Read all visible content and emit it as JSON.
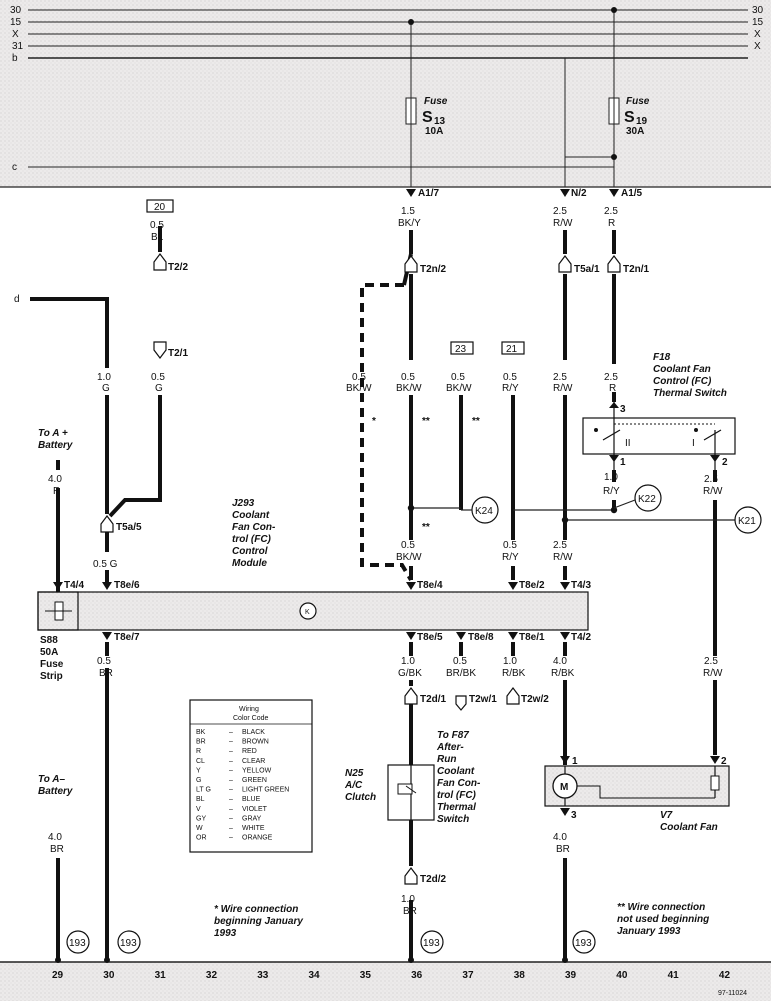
{
  "bus_labels": [
    "30",
    "15",
    "X",
    "X",
    "31",
    "b",
    "c"
  ],
  "fuses": [
    {
      "title": "Fuse",
      "id": "S",
      "sub": "13",
      "rating": "10A"
    },
    {
      "title": "Fuse",
      "id": "S",
      "sub": "19",
      "rating": "30A"
    }
  ],
  "pins": {
    "a17": "A1/7",
    "n2": "N/2",
    "a15": "A1/5",
    "t2n2": "T2n/2",
    "t5a1": "T5a/1",
    "t2n1": "T2n/1",
    "t22": "T2/2",
    "t21": "T2/1",
    "t5a5": "T5a/5",
    "t44": "T4/4",
    "t8e6": "T8e/6",
    "t8e7": "T8e/7",
    "t8e4": "T8e/4",
    "t8e2": "T8e/2",
    "t43": "T4/3",
    "t8e5": "T8e/5",
    "t8e8": "T8e/8",
    "t8e1": "T8e/1",
    "t42": "T4/2",
    "t2d1": "T2d/1",
    "t2w1": "T2w/1",
    "t2w2": "T2w/2",
    "t2d2": "T2d/2"
  },
  "wires": {
    "w_a17": [
      "1.5",
      "BK/Y"
    ],
    "w_n2": [
      "2.5",
      "R/W"
    ],
    "w_a15": [
      "2.5",
      "R"
    ],
    "w_20": [
      "0.5",
      "BL"
    ],
    "w_g": [
      "1.0",
      "G"
    ],
    "w_t21": [
      "0.5",
      "G"
    ],
    "w_bkw1": [
      "0.5",
      "BK/W"
    ],
    "w_bkw2": [
      "0.5",
      "BK/W"
    ],
    "w_bkw3": [
      "0.5",
      "BK/W"
    ],
    "w_ry": [
      "0.5",
      "R/Y"
    ],
    "w_rw39": [
      "2.5",
      "R/W"
    ],
    "w_r41": [
      "2.5",
      "R"
    ],
    "w_ry41": [
      "1.0",
      "R/Y"
    ],
    "w_rw42": [
      "2.5",
      "R/W"
    ],
    "w_bat": [
      "4.0",
      "R"
    ],
    "w_g05": "0.5 G",
    "w_bkw_low": [
      "0.5",
      "BK/W"
    ],
    "w_ry_low": [
      "0.5",
      "R/Y"
    ],
    "w_rw_low": [
      "2.5",
      "R/W"
    ],
    "w_br": [
      "0.5",
      "BR"
    ],
    "w_gbk": [
      "1.0",
      "G/BK"
    ],
    "w_brbk": [
      "0.5",
      "BR/BK"
    ],
    "w_rbk": [
      "1.0",
      "R/BK"
    ],
    "w_rbk2": [
      "4.0",
      "R/BK"
    ],
    "w_rw_fan": [
      "2.5",
      "R/W"
    ],
    "w_br_gnd": [
      "4.0",
      "BR"
    ],
    "w_br_n25": [
      "1.0",
      "BR"
    ],
    "w_br_fan": [
      "4.0",
      "BR"
    ]
  },
  "boxes": {
    "b20": "20",
    "b23": "23",
    "b21": "21"
  },
  "refs": {
    "k24": "K24",
    "k22": "K22",
    "k21": "K21",
    "g193": "193"
  },
  "stars": {
    "single": "*",
    "double": "**"
  },
  "components": {
    "j293": [
      "J293",
      "Coolant",
      "Fan Con-",
      "trol (FC)",
      "Control",
      "Module"
    ],
    "f18": [
      "F18",
      "Coolant Fan",
      "Control (FC)",
      "Thermal Switch"
    ],
    "s88": [
      "S88",
      "50A",
      "Fuse",
      "Strip"
    ],
    "n25": [
      "N25",
      "A/C",
      "Clutch"
    ],
    "f87": [
      "To F87",
      "After-",
      "Run",
      "Coolant",
      "Fan Con-",
      "trol (FC)",
      "Thermal",
      "Switch"
    ],
    "v7": [
      "V7",
      "Coolant Fan"
    ],
    "to_a_plus": [
      "To A +",
      "Battery"
    ],
    "to_a_minus": [
      "To A–",
      "Battery"
    ]
  },
  "switch_pins": {
    "p3": "3",
    "p1": "1",
    "p2": "2",
    "I": "I",
    "II": "II"
  },
  "motor_pins": {
    "m1": "1",
    "m2": "2",
    "m3": "3",
    "m": "M"
  },
  "color_code": {
    "title": [
      "Wiring",
      "Color Code"
    ],
    "rows": [
      [
        "BK",
        "BLACK"
      ],
      [
        "BR",
        "BROWN"
      ],
      [
        "R",
        "RED"
      ],
      [
        "CL",
        "CLEAR"
      ],
      [
        "Y",
        "YELLOW"
      ],
      [
        "G",
        "GREEN"
      ],
      [
        "LT G",
        "LIGHT GREEN"
      ],
      [
        "BL",
        "BLUE"
      ],
      [
        "V",
        "VIOLET"
      ],
      [
        "GY",
        "GRAY"
      ],
      [
        "W",
        "WHITE"
      ],
      [
        "OR",
        "ORANGE"
      ]
    ]
  },
  "notes": {
    "note1": [
      "* Wire connection",
      "beginning January",
      "1993"
    ],
    "note2": [
      "** Wire connection",
      "not used beginning",
      "January 1993"
    ]
  },
  "axis_numbers": [
    "29",
    "30",
    "31",
    "32",
    "33",
    "34",
    "35",
    "36",
    "37",
    "38",
    "39",
    "40",
    "41",
    "42"
  ],
  "doc_id": "97-11024"
}
